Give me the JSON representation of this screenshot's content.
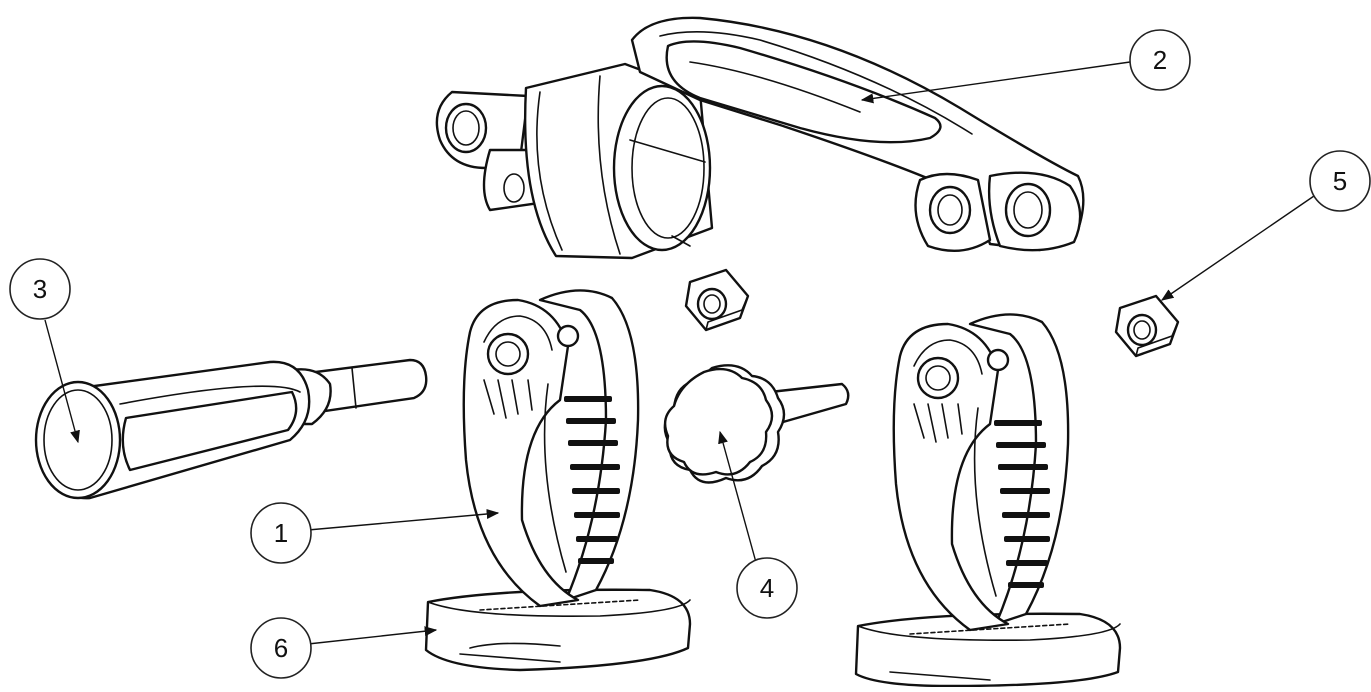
{
  "diagram": {
    "callouts": [
      {
        "id": "part-1",
        "label": "1"
      },
      {
        "id": "part-2",
        "label": "2"
      },
      {
        "id": "part-3",
        "label": "3"
      },
      {
        "id": "part-4",
        "label": "4"
      },
      {
        "id": "part-5",
        "label": "5"
      },
      {
        "id": "part-6",
        "label": "6"
      }
    ]
  }
}
